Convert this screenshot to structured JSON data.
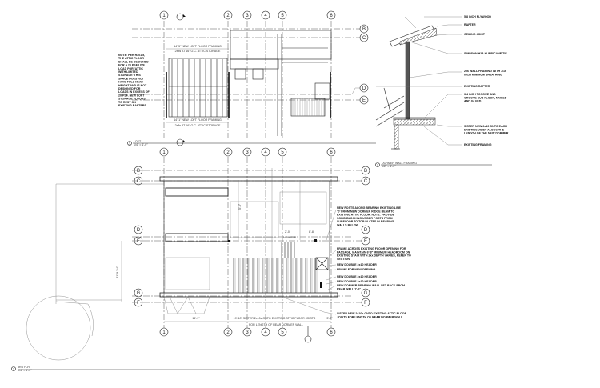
{
  "grid": {
    "columns": [
      "1",
      "2",
      "3",
      "4",
      "5",
      "6"
    ],
    "rows_upper": [
      "B",
      "C",
      "D",
      "E"
    ],
    "rows_lower": [
      "B",
      "C",
      "D",
      "E",
      "G",
      "F"
    ]
  },
  "loft_plan": {
    "title": "LOFT",
    "scale": "1/4\" = 1'-0\"",
    "view_number": "1",
    "note": [
      "NOTE: PER R301.5,",
      "THE ATTIC FLOOR",
      "SHALL BE DESIGNED",
      "FOR A 20 PSF LIVE",
      "LOAD FOR 'ATTIC",
      "WITH LIMITED",
      "STORAGE' THIS",
      "SPACE DOES NOT",
      "HAVE FULL HEAD",
      "HEIGHT AND IS NOT",
      "DESIGNED FOR",
      "LOADS IN EXCESS OF",
      "20 PSF. NEW LOFT",
      "STORAGE FLOORS",
      "TO REST ON",
      "EXISTING RAFTERS"
    ],
    "dim_top_1": "14'-5\" NEW LOFT FLOOR FRAMING",
    "dim_top_2": "2x8s AT 16\" O.C. ATTIC STORAGE",
    "dim_bottom_1": "14'-1\" NEW LOFT FLOOR FRAMING",
    "dim_bottom_2": "2x8s AT 16\" O.C. ATTIC STORAGE"
  },
  "section": {
    "title": "DORMER WALL FRAMING",
    "scale": "1/2\" = 1'-0\"",
    "view_number": "2",
    "labels": [
      [
        "5/8 INCH PLYWOOD"
      ],
      [
        "RAFTER"
      ],
      [
        "CEILING JOIST"
      ],
      [
        "SIMPSON H2A HURRICANE TIE"
      ],
      [
        "2x6 WALL FRAMING WITH 7/16",
        "INCH MINIMUM SHEATHING"
      ],
      [
        "EXISTING RAFTER"
      ],
      [
        "3/4 INCH TONGUE AND",
        "GROOVE SUB FLOOR, NAILED",
        "AND GLUED"
      ],
      [
        "SISTER NEW 2x10 ONTO EACH",
        "EXISTING JOIST ALONG THE",
        "LENGTH OF THE NEW DORMER"
      ],
      [
        "EXISTING FRAMING"
      ]
    ]
  },
  "floor_plan": {
    "title": "3RD FLR",
    "scale": "1/4\" = 1'-0\"",
    "view_number": "1",
    "notes": [
      [
        "NEW POSTS ALONG BEARING EXISTING LINE",
        "'D' FROM NEW DORMER RIDGE BEAM TO",
        "EXISTING ATTIC FLOOR. NOTE: PROVIDE",
        "SOLID BLOCKING UNDER POSTS FROM",
        "SUBFLOOR TO TOP PLATES IN BEARING",
        "WALLS BELOW"
      ],
      [
        "FRAME ACROSS EXISTING FLOOR OPENING FOR",
        "PASSAGE, MAINTAIN 6'-8\" MINIMUM HEADROOM ON",
        "EXISTING STAIR WITH 2xx DEPTH VARIES, REFER TO",
        "SECTION"
      ],
      [
        "NEW DOUBLE 2x10 HEADER"
      ],
      [
        "FRAME FOR NEW OPENING"
      ],
      [
        "NEW DOUBLE 2x10 HEADER"
      ],
      [
        "NEW DOUBLE 2x10 HEADER"
      ],
      [
        "NEW DORMER BEARING WALL SET BACK FROM",
        "REAR WALL 1'-6\""
      ],
      [
        "SISTER NEW 2x10s ONTO EXISTING ATTIC FLOOR",
        "JOISTS FOR LENGTH OF REAR DORMER WALL"
      ]
    ],
    "dim_left": "14'-1\"",
    "dim_joists": "19'-10\" SISTER 2x10s ONTO EXISTING ATTIC FLOOR JOISTS",
    "dim_right": "3'-7\"",
    "dim_joists_sub": "FOR LENGTH OF REAR DORMER WALL",
    "dim_vertical": "11'-9 3/4\"",
    "new_flr": "NEW FLR",
    "dim_a": "2'-0\"",
    "dim_b": "8'-8\"",
    "dim_c": "5'-5\""
  }
}
